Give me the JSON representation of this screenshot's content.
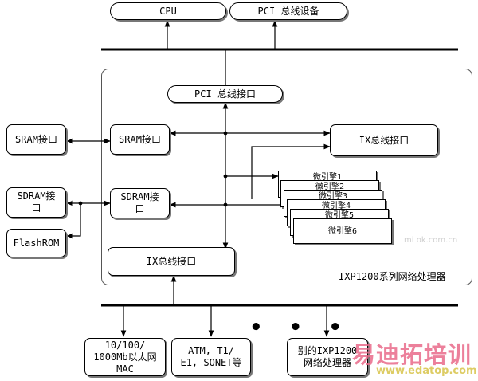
{
  "top": {
    "cpu": "CPU",
    "pci_device": "PCI 总线设备"
  },
  "processor": {
    "label": "IXP1200系列网络处理器",
    "pci_interface": "PCI 总线接口",
    "sram_interface": "SRAM接口",
    "sdram_interface": "SDRAM接\n口",
    "ix_interface_top": "IX总线接口",
    "ix_interface_bottom": "IX总线接口",
    "micro_engines": [
      "微引擎1",
      "微引擎2",
      "微引擎3",
      "微引擎4",
      "微引擎5",
      "微引擎6"
    ]
  },
  "external": {
    "sram": "SRAM接口",
    "sdram": "SDRAM接\n口",
    "flashrom": "FlashROM"
  },
  "bottom": {
    "ethernet": "10/100/\n1000Mb以太网\nMAC",
    "atm": "ATM, T1/\nE1, SONET等",
    "other": "别的IXP1200\n网络处理器",
    "ellipsis": "• • •"
  },
  "watermark": {
    "brand": "易迪拓培训",
    "url": "www.edatop.com",
    "faint": "mi ok.com.cn"
  }
}
